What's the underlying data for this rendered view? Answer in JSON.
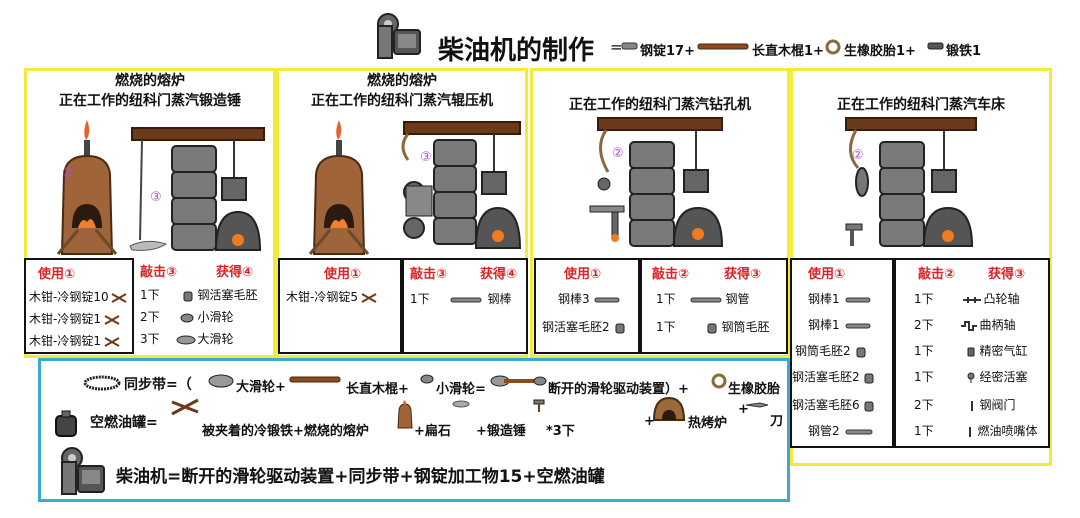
{
  "header": {
    "title": "柴油机的制作",
    "eq": "=",
    "i1": "钢锭17+",
    "i2": "长直木棍1+",
    "i3": "生橡胶胎1+",
    "i4": "锻铁1"
  },
  "panels": [
    {
      "t1": "燃烧的熔炉",
      "t2": "正在工作的纽科门蒸汽锻造锤",
      "use": "使用①",
      "hit": "敲击③",
      "get": "获得④",
      "left": [
        "木钳-冷钢锭10",
        "木钳-冷钢锭1",
        "木钳-冷钢锭1"
      ],
      "right": [
        [
          "1下",
          "钢活塞毛胚"
        ],
        [
          "2下",
          "小滑轮"
        ],
        [
          "3下",
          "大滑轮"
        ]
      ]
    },
    {
      "t1": "燃烧的熔炉",
      "t2": "正在工作的纽科门蒸汽辊压机",
      "use": "使用①",
      "hit": "敲击③",
      "get": "获得④",
      "left": [
        "木钳-冷钢锭5"
      ],
      "right": [
        [
          "1下",
          "钢棒"
        ]
      ]
    },
    {
      "t1": "",
      "t2": "正在工作的纽科门蒸汽钻孔机",
      "use": "使用①",
      "hit": "敲击②",
      "get": "获得③",
      "left": [
        "钢棒3",
        "钢活塞毛胚2"
      ],
      "right": [
        [
          "1下",
          "钢管"
        ],
        [
          "1下",
          "钢筒毛胚"
        ]
      ]
    },
    {
      "t1": "",
      "t2": "正在工作的纽科门蒸汽车床",
      "use": "使用①",
      "hit": "敲击②",
      "get": "获得③",
      "left": [
        "钢棒1",
        "钢棒1",
        "钢筒毛胚2",
        "钢活塞毛胚2",
        "钢活塞毛胚6",
        "钢管2"
      ],
      "right": [
        [
          "1下",
          "凸轮轴"
        ],
        [
          "2下",
          "曲柄轴"
        ],
        [
          "1下",
          "精密气缸"
        ],
        [
          "1下",
          "经密活塞"
        ],
        [
          "2下",
          "钢阀门"
        ],
        [
          "1下",
          "燃油喷嘴体"
        ]
      ]
    }
  ],
  "numbers": {
    "p1_furnace": "②",
    "p1_hammer": "③",
    "p2_machine": "③",
    "p3_machine": "②",
    "p4_machine": "②"
  },
  "bottom": {
    "belt_label": "同步带=（",
    "belt_a": "大滑轮+",
    "belt_b": "长直木棍+",
    "belt_c": "小滑轮=",
    "belt_d": "断开的滑轮驱动装置）+",
    "belt_e": "生橡胶胎",
    "tank_label": "空燃油罐=",
    "tank_a": "被夹着的冷锻铁+燃烧的熔炉",
    "tank_b": "+扁石",
    "tank_c": "+锻造锤",
    "tank_d": "*3下",
    "tank_e": "+",
    "tank_f": "热烤炉",
    "tank_g": "+",
    "tank_h": "刀",
    "diesel": "柴油机=断开的滑轮驱动装置+同步带+钢锭加工物15+空燃油罐"
  },
  "colors": {
    "panel_border": "#f4ea3a",
    "bottom_border": "#3aa9d8",
    "label_red": "#d9252a",
    "number_purple": "#b14fd0"
  }
}
